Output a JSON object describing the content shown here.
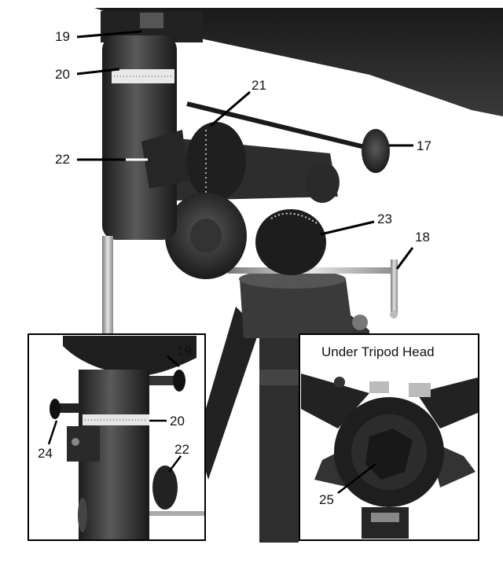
{
  "callouts": {
    "c17": "17",
    "c18": "18",
    "c19": "19",
    "c20": "20",
    "c21": "21",
    "c22": "22",
    "c23": "23",
    "inset_left_19": "19",
    "inset_left_20": "20",
    "inset_left_22": "22",
    "inset_left_24": "24",
    "inset_right_25": "25"
  },
  "inset_right_title": "Under Tripod Head",
  "colors": {
    "mount_dark": "#2b2b2b",
    "mount_mid": "#4a4a4a",
    "metal_light": "#c8c8c8",
    "frame": "#000000"
  }
}
